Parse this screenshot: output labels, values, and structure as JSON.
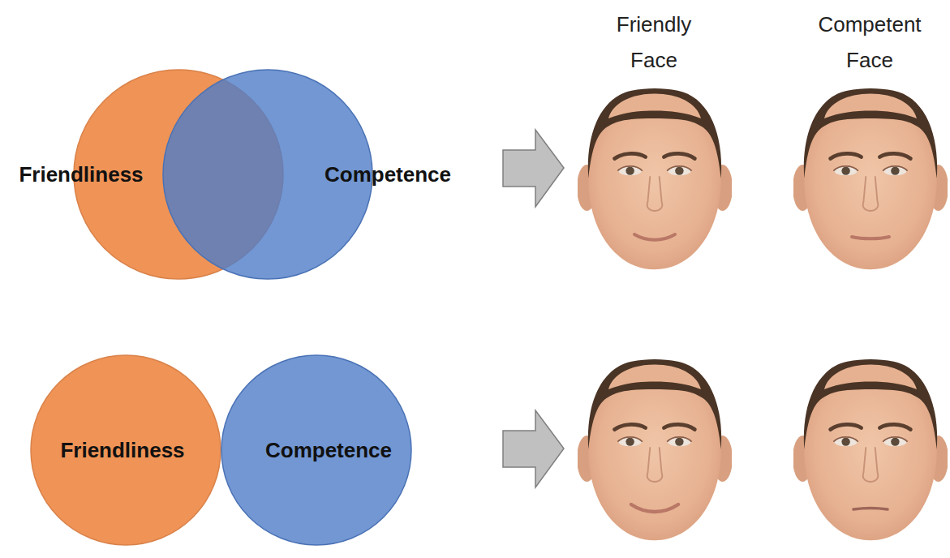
{
  "diagram": {
    "nodes": [
      {
        "text": [
          "Friendliness"
        ]
      },
      {
        "text": [
          "Competence"
        ]
      },
      {
        "text": [
          "Friendliness"
        ]
      },
      {
        "text": [
          "Competence"
        ]
      }
    ],
    "labels": [
      "Friendly Face",
      "Competent Face"
    ]
  }
}
